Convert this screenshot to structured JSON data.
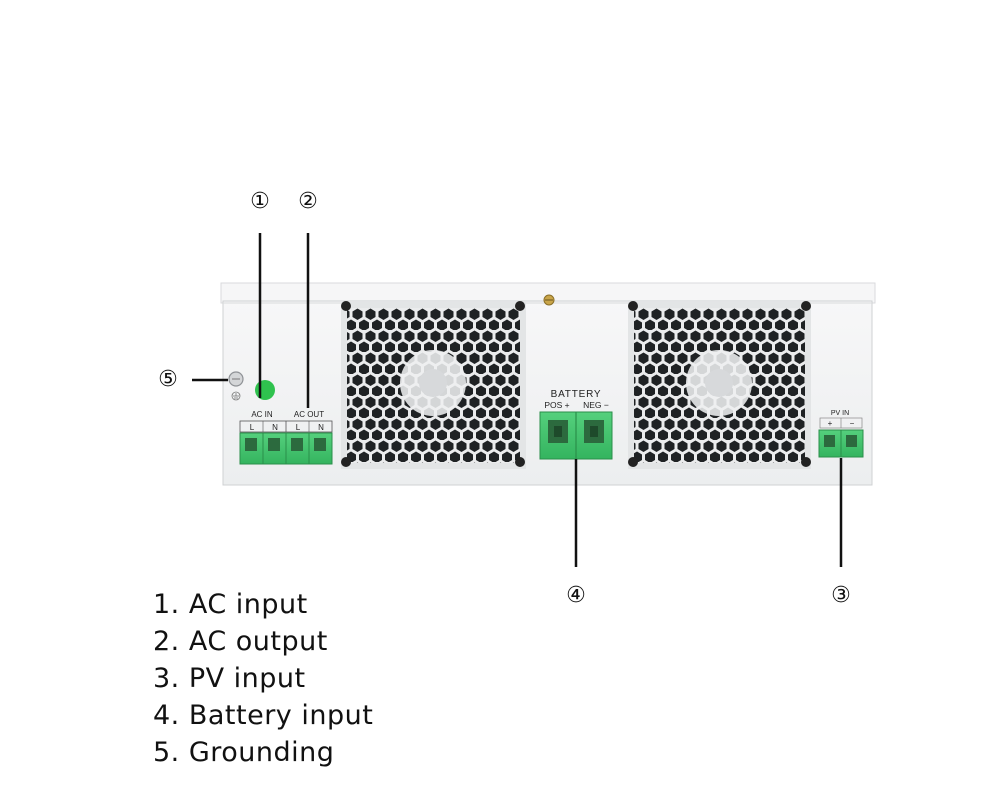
{
  "callouts": [
    "①",
    "②",
    "③",
    "④",
    "⑤"
  ],
  "panel_labels": {
    "ac_in": "AC IN",
    "ac_out": "AC OUT",
    "terminal_l": "L",
    "terminal_n": "N",
    "battery": "BATTERY",
    "pos": "POS +",
    "neg": "NEG −",
    "pv_in": "PV IN",
    "pv_plus": "+",
    "pv_minus": "−"
  },
  "legend": [
    "1. AC input",
    "2. AC output",
    "3. PV input",
    "4. Battery input",
    "5. Grounding"
  ],
  "colors": {
    "terminal_green": "#3dbd6a",
    "indicator_green": "#2fc24e",
    "panel": "#f1f2f3",
    "fan_grille": "#1f2224"
  },
  "icons": [
    "ground-screw-icon",
    "ground-symbol-icon",
    "fan-icon"
  ]
}
